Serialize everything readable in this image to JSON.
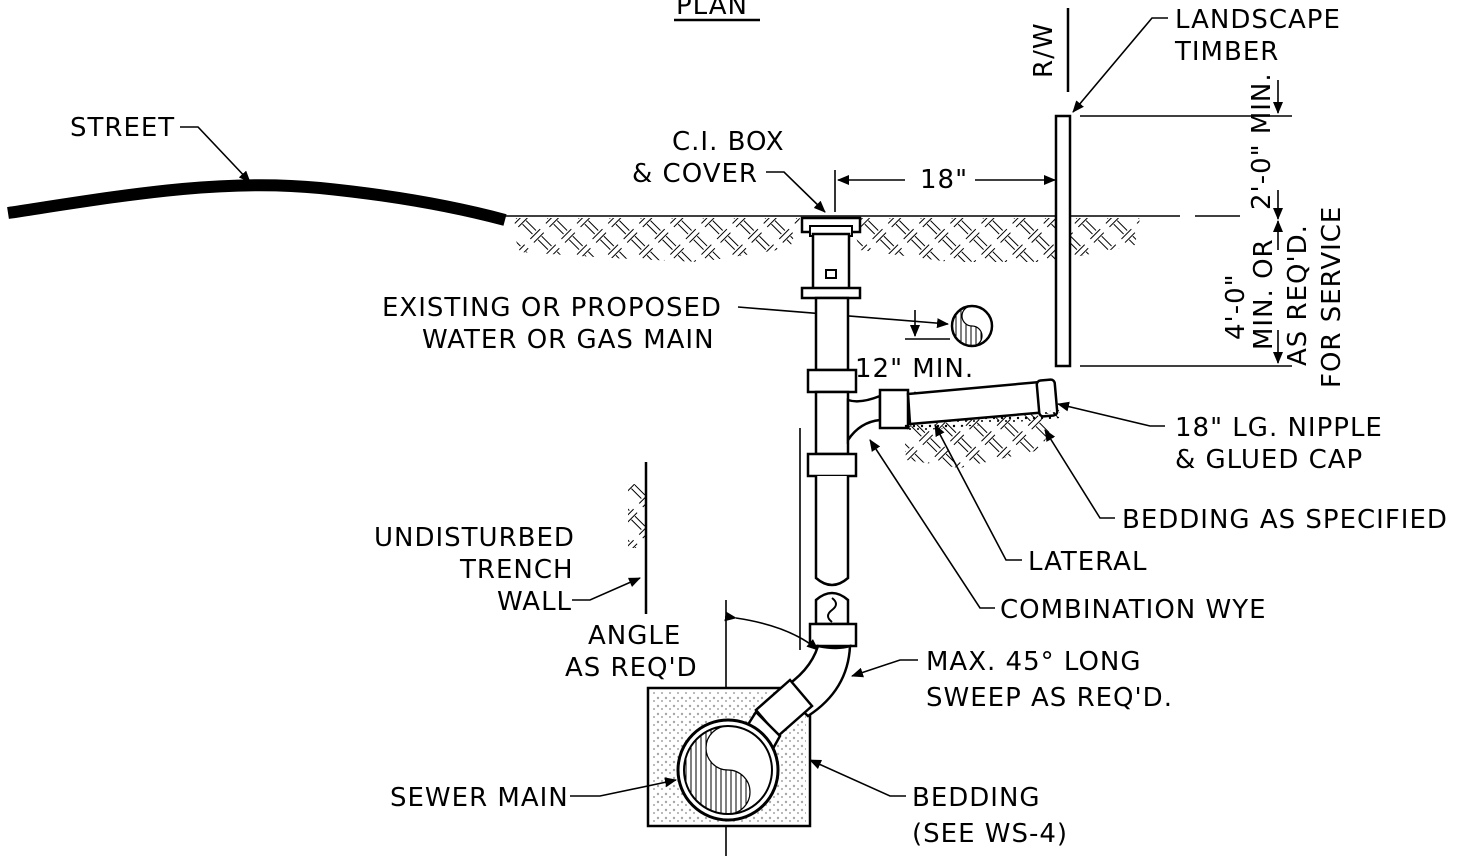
{
  "title": "PLAN",
  "labels": {
    "street": "STREET",
    "ci_box_1": "C.I. BOX",
    "ci_box_2": "& COVER",
    "dim_18": "18\"",
    "rw": "R/W",
    "landscape_1": "LANDSCAPE",
    "landscape_2": "TIMBER",
    "dim_2ft": "2'-0\" MIN.",
    "dim_4ft": "4'-0\"",
    "min_or": "MIN. OR",
    "as_reqd": "AS REQ'D.",
    "for_service": "FOR SERVICE",
    "main_1": "EXISTING OR PROPOSED",
    "main_2": "WATER OR GAS MAIN",
    "min_12": "12\" MIN.",
    "nipple_1": "18\" LG. NIPPLE",
    "nipple_2": "& GLUED CAP",
    "bedding_spec": "BEDDING AS SPECIFIED",
    "lateral": "LATERAL",
    "wye": "COMBINATION WYE",
    "trench_1": "UNDISTURBED",
    "trench_2": "TRENCH",
    "trench_3": "WALL",
    "angle_1": "ANGLE",
    "angle_2": "AS REQ'D",
    "sweep_1": "MAX. 45° LONG",
    "sweep_2": "SWEEP AS REQ'D.",
    "sewer": "SEWER MAIN",
    "bedding_1": "BEDDING",
    "bedding_2": "(SEE WS-4)"
  }
}
